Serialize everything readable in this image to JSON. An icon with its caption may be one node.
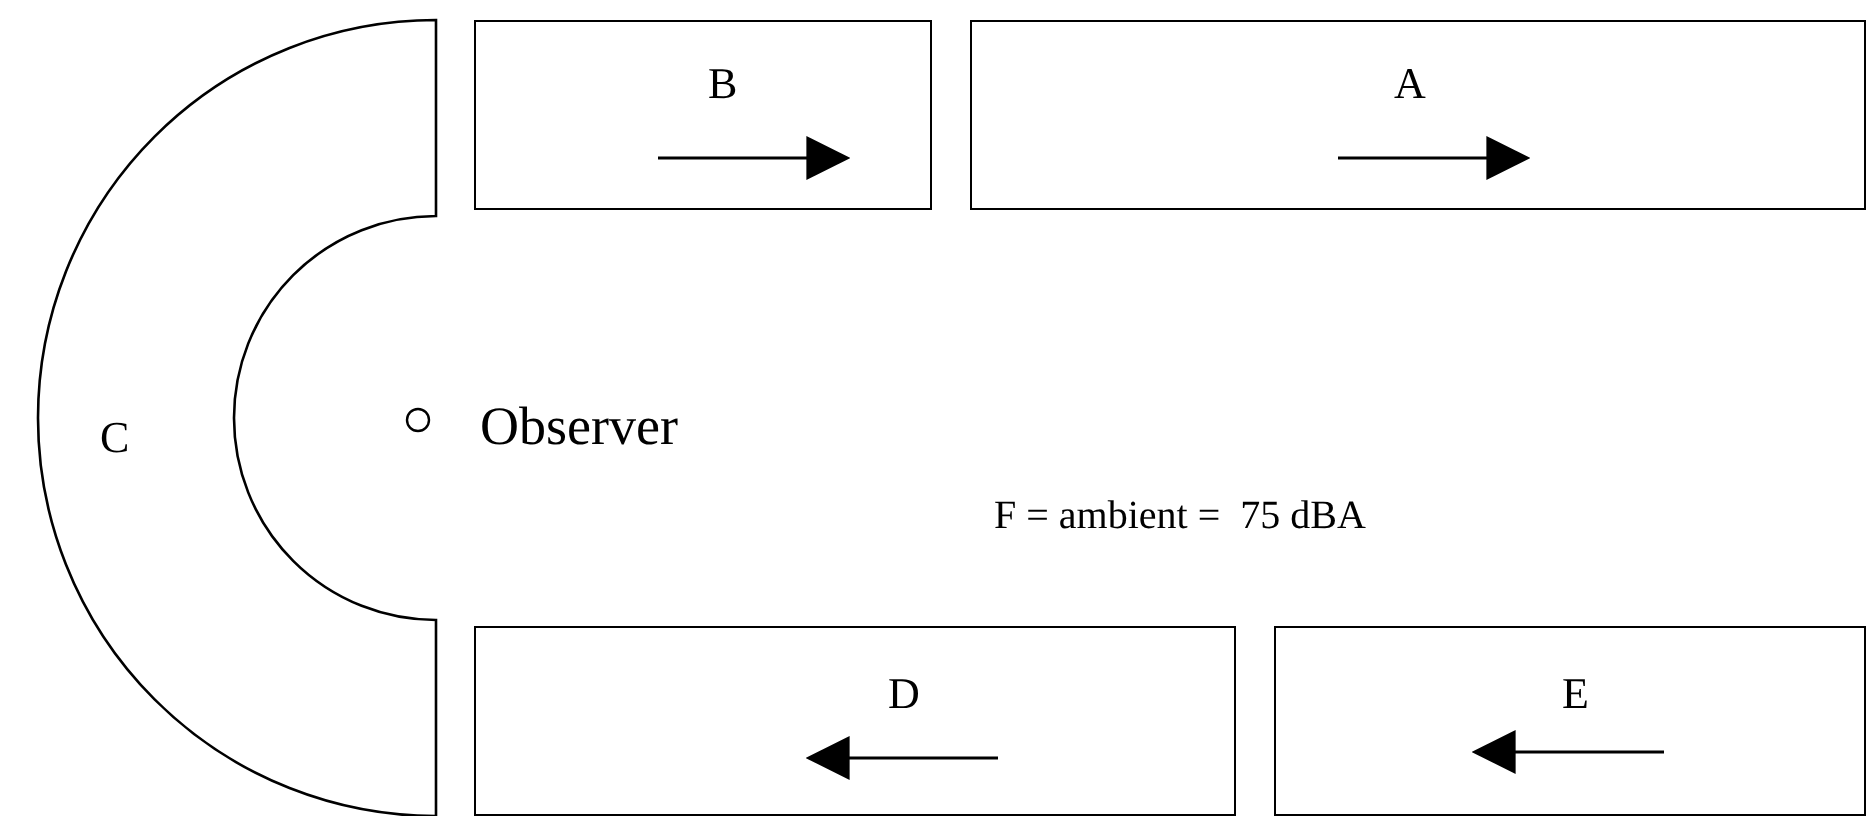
{
  "diagram": {
    "nodes": [
      {
        "text": [
          "B"
        ]
      },
      {
        "text": [
          "A"
        ]
      },
      {
        "text": [
          "C"
        ]
      },
      {
        "text": [
          "Observer"
        ]
      },
      {
        "text": [
          "D"
        ]
      },
      {
        "text": [
          "E"
        ]
      }
    ],
    "labels": [
      "F = ambient =  75 dBA"
    ]
  }
}
